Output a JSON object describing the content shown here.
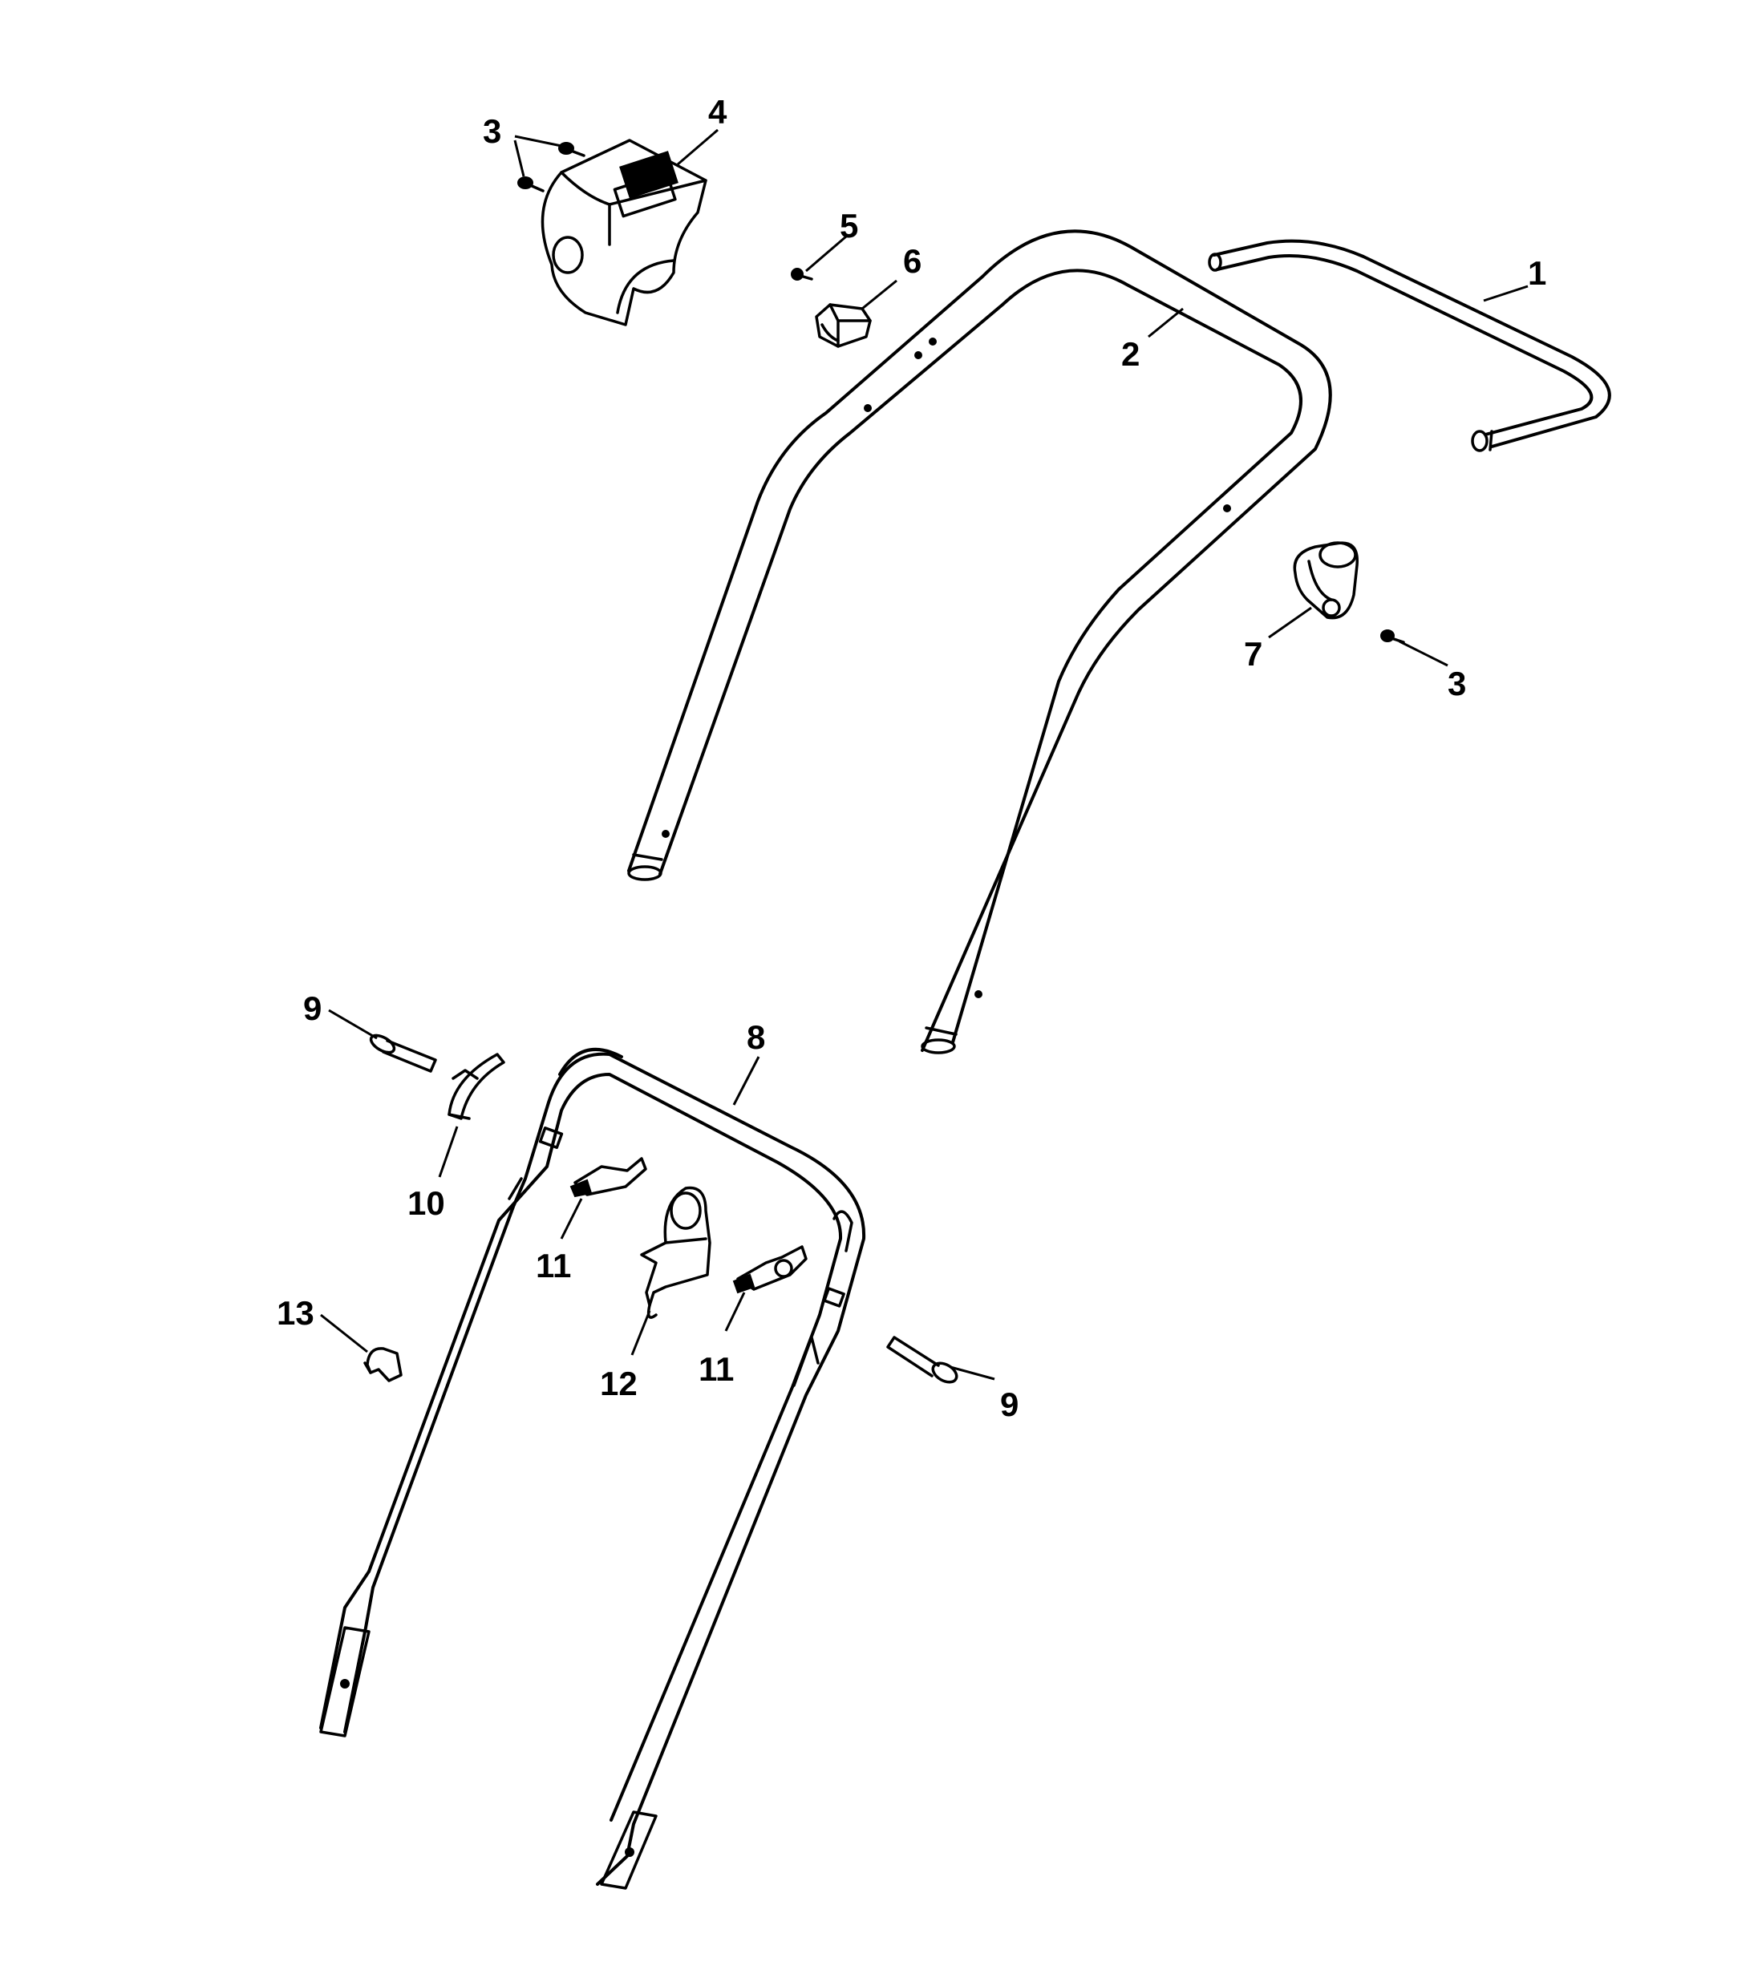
{
  "callouts": {
    "p1": "1",
    "p2": "2",
    "p3a": "3",
    "p3b": "3",
    "p4": "4",
    "p5": "5",
    "p6": "6",
    "p7": "7",
    "p8": "8",
    "p9a": "9",
    "p9b": "9",
    "p10": "10",
    "p11a": "11",
    "p11b": "11",
    "p12": "12",
    "p13": "13"
  },
  "colors": {
    "line": "#000000",
    "background": "#ffffff"
  }
}
